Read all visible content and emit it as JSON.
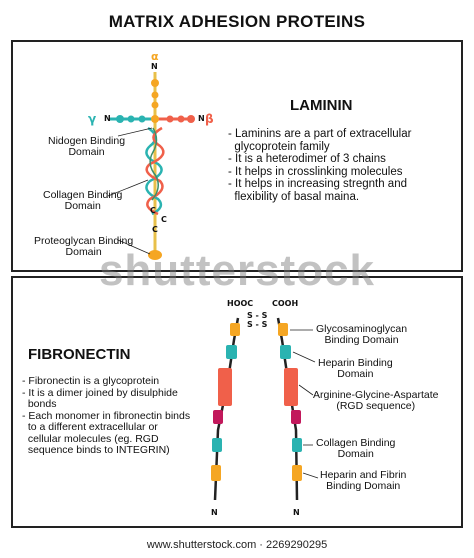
{
  "title": "MATRIX ADHESION PROTEINS",
  "laminin": {
    "heading": "LAMININ",
    "bullets": "- Laminins are a part of extracellular\n  glycoprotein family\n- It is a heterodimer of 3 chains\n- It helps in crosslinking molecules\n- It helps in increasing stregnth and\n  flexibility of basal maina.",
    "labels": {
      "nidogen": "Nidogen Binding\nDomain",
      "collagen": "Collagen Binding\nDomain",
      "proteoglycan": "Proteoglycan Binding\nDomain"
    },
    "chain_labels": {
      "alpha": "α",
      "beta": "β",
      "gamma": "γ",
      "n_top": "N",
      "n_left": "N",
      "n_right": "N",
      "c1": "C",
      "c2": "C",
      "c3": "C"
    }
  },
  "fibronectin": {
    "heading": "FIBRONECTIN",
    "bullets": "- Fibronectin is a glycoprotein\n- It is a dimer joined by disulphide\n  bonds\n- Each monomer in fibronectin binds\n  to a different extracellular or\n  cellular molecules (eg. RGD\n  sequence binds to INTEGRIN)",
    "labels": {
      "glyco": "Glycosaminoglycan\nBinding Domain",
      "heparin": "Heparin Binding\nDomain",
      "rgd": "Arginine-Glycine-Aspartate\n(RGD sequence)",
      "collagen": "Collagen Binding\nDomain",
      "heparin_fibrin": "Heparin and Fibrin\nBinding Domain"
    },
    "terminals": {
      "hooc": "HOOC",
      "cooh": "COOH",
      "ss1": "S - S",
      "ss2": "S - S",
      "n_left": "N",
      "n_right": "N"
    }
  },
  "watermark": "shutterstock",
  "footer": "www.shutterstock.com · 2269290295",
  "colors": {
    "orange": "#f5a623",
    "teal": "#2ab3b1",
    "red": "#f0604a",
    "magenta": "#c2185b",
    "green": "#3d8f6b",
    "blue": "#2d7fb8"
  }
}
